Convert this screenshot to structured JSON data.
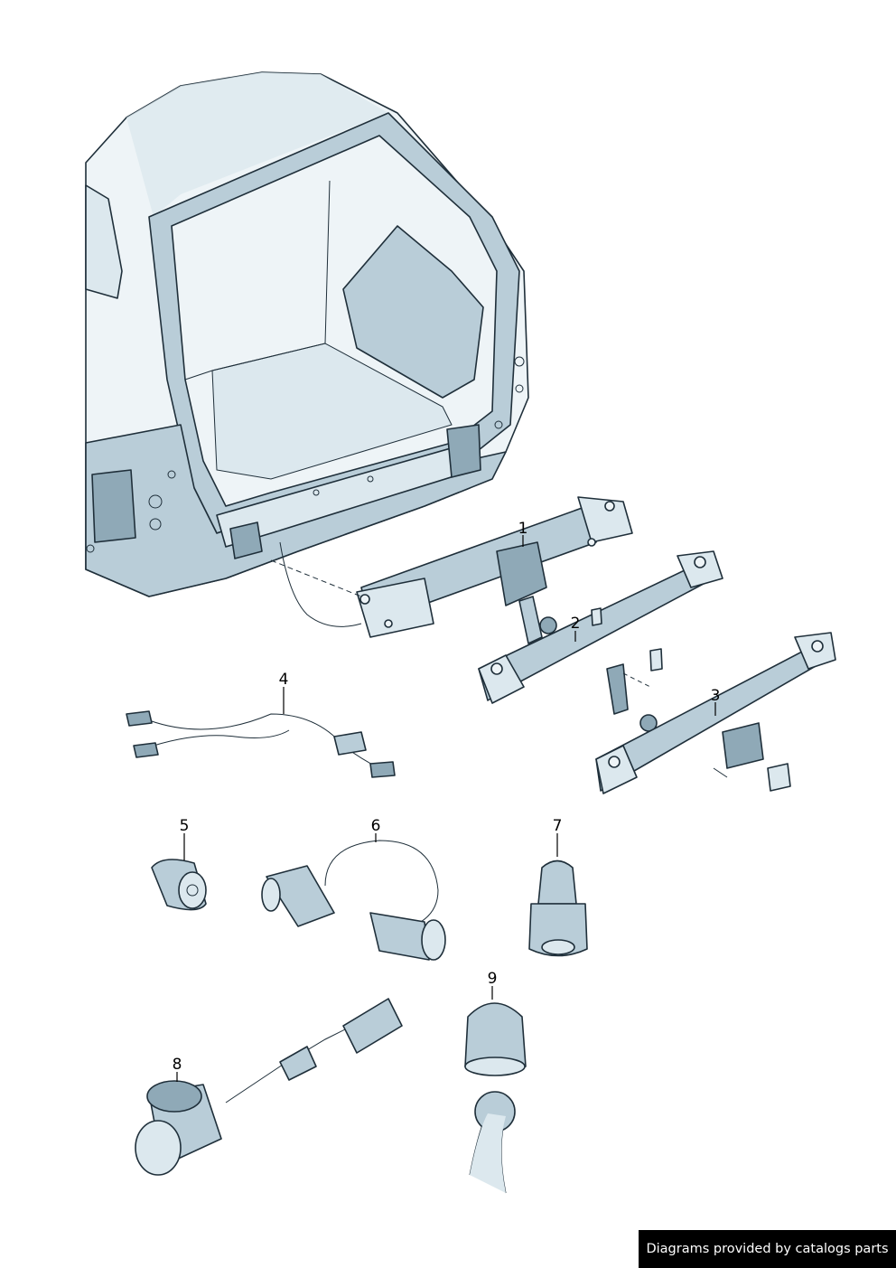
{
  "callouts": [
    {
      "id": "1",
      "label": "1"
    },
    {
      "id": "2",
      "label": "2"
    },
    {
      "id": "3",
      "label": "3"
    },
    {
      "id": "4",
      "label": "4"
    },
    {
      "id": "5",
      "label": "5"
    },
    {
      "id": "6",
      "label": "6"
    },
    {
      "id": "7",
      "label": "7"
    },
    {
      "id": "8",
      "label": "8"
    },
    {
      "id": "9",
      "label": "9"
    }
  ],
  "credit": "Diagrams provided by catalogs parts",
  "colors": {
    "line": "#1f2f3a",
    "shade_light": "#dce8ee",
    "shade_mid": "#b9cdd8",
    "shade_dark": "#8fa9b7",
    "background": "#ffffff"
  }
}
